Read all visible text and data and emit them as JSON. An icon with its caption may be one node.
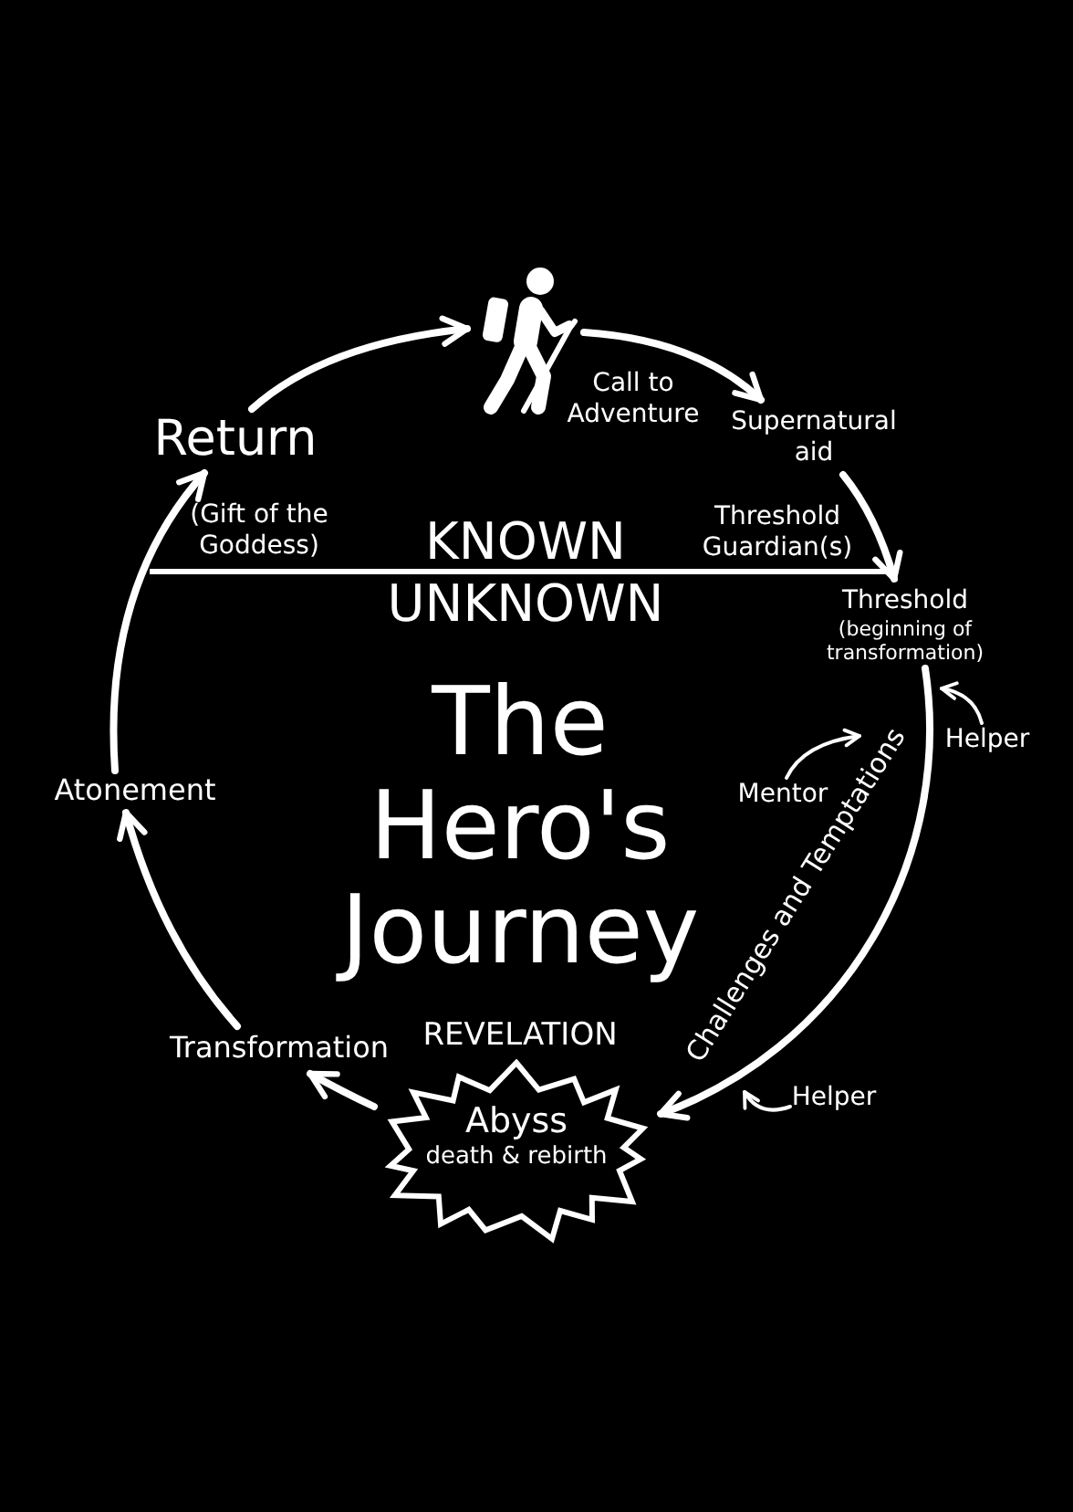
{
  "diagram": {
    "title": "The Hero's Journey",
    "nodes": [
      {
        "text": [],
        "shape": "person"
      },
      {
        "text": [
          "Supernatural aid"
        ]
      },
      {
        "text": [
          "Threshold",
          "(beginning of transformation)"
        ]
      },
      {
        "text": [
          "Abyss",
          "death & rebirth"
        ],
        "beside": [
          "REVELATION"
        ]
      },
      {
        "text": [
          "Transformation"
        ]
      },
      {
        "text": [
          "Atonement"
        ]
      },
      {
        "text": [
          "Return"
        ],
        "beside": [
          "(Gift of the Goddess)"
        ]
      },
      {
        "text": [
          "Mentor"
        ]
      },
      {
        "text": [
          "Helper"
        ]
      },
      {
        "text": [
          "Helper"
        ]
      }
    ],
    "edges": [
      {
        "from": 0,
        "to": 1,
        "arrow": "to",
        "label": "Call to Adventure"
      },
      {
        "from": 1,
        "to": 2,
        "arrow": "to",
        "label": "Threshold Guardian(s)"
      },
      {
        "from": 2,
        "to": 3,
        "arrow": "to",
        "label": "Challenges and Temptations"
      },
      {
        "from": 3,
        "to": 4,
        "arrow": "to"
      },
      {
        "from": 4,
        "to": 5,
        "arrow": "to"
      },
      {
        "from": 5,
        "to": 6,
        "arrow": "to"
      },
      {
        "from": 6,
        "to": 0,
        "arrow": "to"
      },
      {
        "from": 7,
        "to": null,
        "arrow": "to"
      },
      {
        "from": 8,
        "to": null,
        "arrow": "to"
      },
      {
        "from": 9,
        "to": null,
        "arrow": "to"
      }
    ],
    "labels": [
      "KNOWN",
      "UNKNOWN"
    ]
  }
}
